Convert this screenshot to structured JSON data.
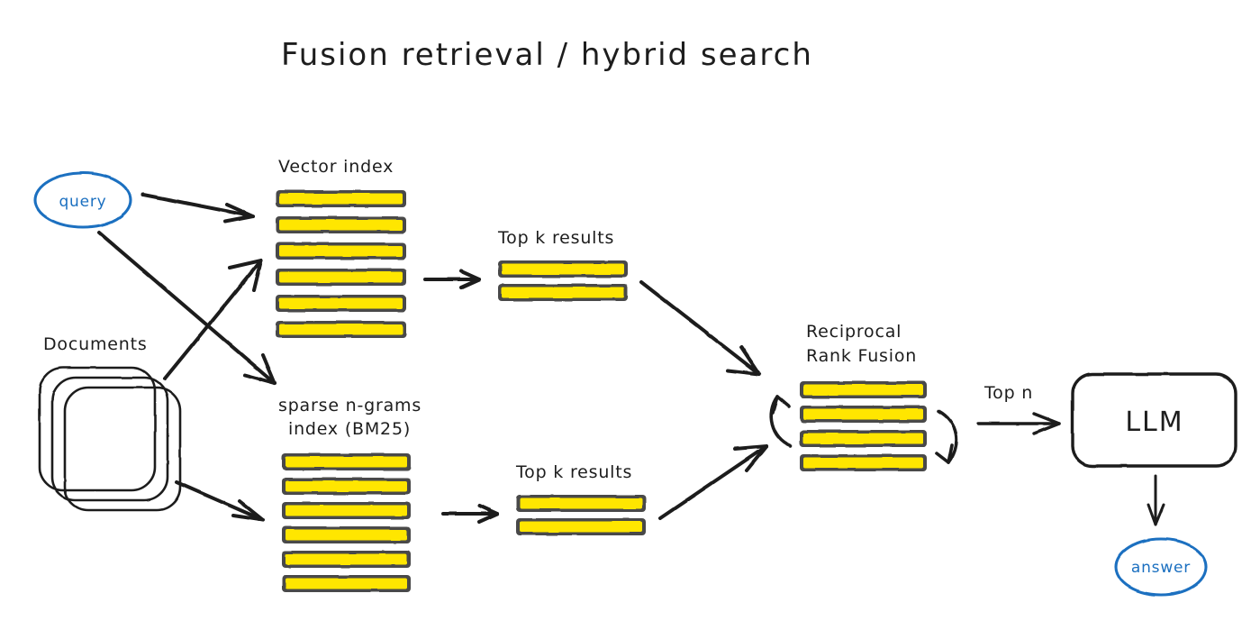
{
  "diagram": {
    "title": "Fusion retrieval / hybrid search",
    "background_color": "#ffffff",
    "ink_color": "#1d1d1d",
    "accent_color": "#1a6fc0",
    "bar_fill_color": "#ffe600",
    "bar_outline_color": "#4a4a4a"
  },
  "nodes": {
    "query": {
      "label": "query",
      "shape": "ellipse",
      "color": "#1a6fc0"
    },
    "documents": {
      "label": "Documents",
      "shape": "stacked-cards"
    },
    "vector_index": {
      "label": "Vector index",
      "bar_count": 6
    },
    "sparse_index": {
      "label_line1": "sparse n-grams",
      "label_line2": "index (BM25)",
      "bar_count": 6
    },
    "topk_vector": {
      "label": "Top k results",
      "bar_count": 2
    },
    "topk_sparse": {
      "label": "Top k results",
      "bar_count": 2
    },
    "rrf": {
      "label_line1": "Reciprocal",
      "label_line2": "Rank Fusion",
      "bar_count": 4
    },
    "llm": {
      "label": "LLM",
      "shape": "rounded-rect"
    },
    "answer": {
      "label": "answer",
      "shape": "ellipse",
      "color": "#1a6fc0"
    }
  },
  "edges": {
    "query_to_vector": {
      "label": ""
    },
    "query_to_sparse": {
      "label": ""
    },
    "documents_to_vector": {
      "label": ""
    },
    "documents_to_sparse": {
      "label": ""
    },
    "vector_to_topk": {
      "label": ""
    },
    "sparse_to_topk": {
      "label": ""
    },
    "topk_vector_to_rrf": {
      "label": ""
    },
    "topk_sparse_to_rrf": {
      "label": ""
    },
    "rrf_to_llm": {
      "label": "Top n"
    },
    "llm_to_answer": {
      "label": ""
    }
  }
}
